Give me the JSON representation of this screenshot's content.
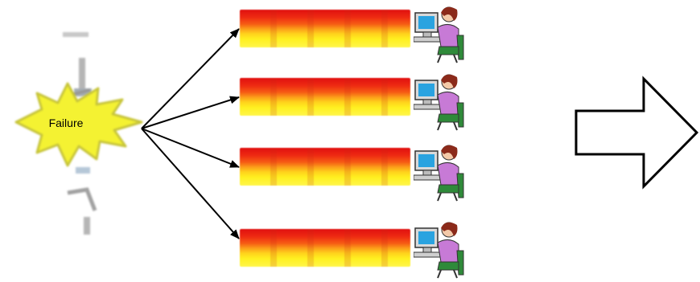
{
  "diagram": {
    "failure_label": "Failure",
    "colors": {
      "burst_fill": "#f4f230",
      "burst_stroke": "#c7c53a",
      "bar_red": "#e01010",
      "bar_yellow": "#fff020",
      "arrow": "#000000",
      "person_shirt": "#c77ad6",
      "person_hair": "#8b2a1a",
      "monitor_screen": "#2aa3e0",
      "chair": "#2f8a3a"
    },
    "icons": [
      "explosion-burst",
      "faded-system-icons",
      "status-bar",
      "person-at-computer-icon",
      "outline-right-arrow"
    ]
  }
}
